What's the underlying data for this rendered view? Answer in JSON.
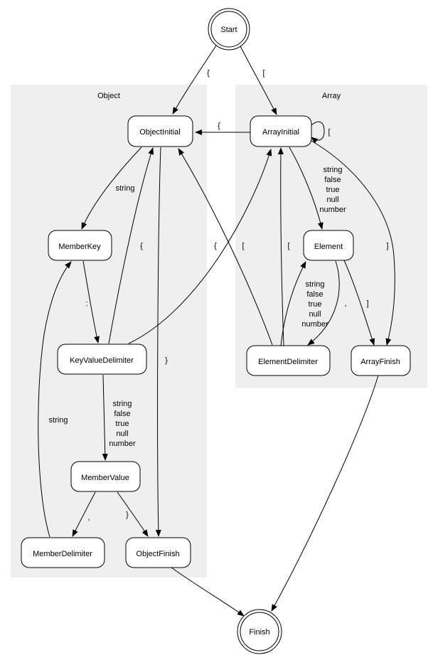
{
  "diagram": {
    "clusters": [
      {
        "label": "Object"
      },
      {
        "label": "Array"
      }
    ],
    "nodes": [
      {
        "label": "Start",
        "shape": "doublecircle"
      },
      {
        "label": "ObjectInitial",
        "shape": "rounded-box"
      },
      {
        "label": "ArrayInitial",
        "shape": "rounded-box"
      },
      {
        "label": "MemberKey",
        "shape": "rounded-box"
      },
      {
        "label": "Element",
        "shape": "rounded-box"
      },
      {
        "label": "KeyValueDelimiter",
        "shape": "rounded-box"
      },
      {
        "label": "ElementDelimiter",
        "shape": "rounded-box"
      },
      {
        "label": "ArrayFinish",
        "shape": "rounded-box"
      },
      {
        "label": "MemberValue",
        "shape": "rounded-box"
      },
      {
        "label": "MemberDelimiter",
        "shape": "rounded-box"
      },
      {
        "label": "ObjectFinish",
        "shape": "rounded-box"
      },
      {
        "label": "Finish",
        "shape": "doublecircle"
      }
    ],
    "edges": [
      {
        "from": "Start",
        "to": "ObjectInitial",
        "label": "{"
      },
      {
        "from": "Start",
        "to": "ArrayInitial",
        "label": "["
      },
      {
        "from": "ArrayInitial",
        "to": "ObjectInitial",
        "label": "{"
      },
      {
        "from": "ArrayInitial",
        "to": "ArrayInitial",
        "label": "["
      },
      {
        "from": "ArrayInitial",
        "to": "Element",
        "label": "string false true null number",
        "label_lines": [
          "string",
          "false",
          "true",
          "null",
          "number"
        ]
      },
      {
        "from": "ArrayInitial",
        "to": "ArrayFinish",
        "label": "]"
      },
      {
        "from": "ObjectInitial",
        "to": "MemberKey",
        "label": "string"
      },
      {
        "from": "ObjectInitial",
        "to": "ObjectFinish",
        "label": "}"
      },
      {
        "from": "MemberKey",
        "to": "KeyValueDelimiter",
        "label": ":"
      },
      {
        "from": "KeyValueDelimiter",
        "to": "MemberValue",
        "label": "string false true null number",
        "label_lines": [
          "string",
          "false",
          "true",
          "null",
          "number"
        ]
      },
      {
        "from": "KeyValueDelimiter",
        "to": "ObjectInitial",
        "label": "{"
      },
      {
        "from": "KeyValueDelimiter",
        "to": "ArrayInitial",
        "label": "["
      },
      {
        "from": "MemberValue",
        "to": "MemberDelimiter",
        "label": ","
      },
      {
        "from": "MemberValue",
        "to": "ObjectFinish",
        "label": "}"
      },
      {
        "from": "MemberDelimiter",
        "to": "MemberKey",
        "label": "string"
      },
      {
        "from": "Element",
        "to": "ElementDelimiter",
        "label": ","
      },
      {
        "from": "Element",
        "to": "ArrayFinish",
        "label": "]"
      },
      {
        "from": "ElementDelimiter",
        "to": "Element",
        "label": "string false true null number",
        "label_lines": [
          "string",
          "false",
          "true",
          "null",
          "number"
        ]
      },
      {
        "from": "ElementDelimiter",
        "to": "ObjectInitial",
        "label": "{"
      },
      {
        "from": "ElementDelimiter",
        "to": "ArrayInitial",
        "label": "["
      },
      {
        "from": "ObjectFinish",
        "to": "Finish",
        "label": ""
      },
      {
        "from": "ArrayFinish",
        "to": "Finish",
        "label": ""
      }
    ],
    "colors": {
      "cluster_fill": "#efefef",
      "node_fill": "#ffffff",
      "line": "#000000"
    }
  }
}
